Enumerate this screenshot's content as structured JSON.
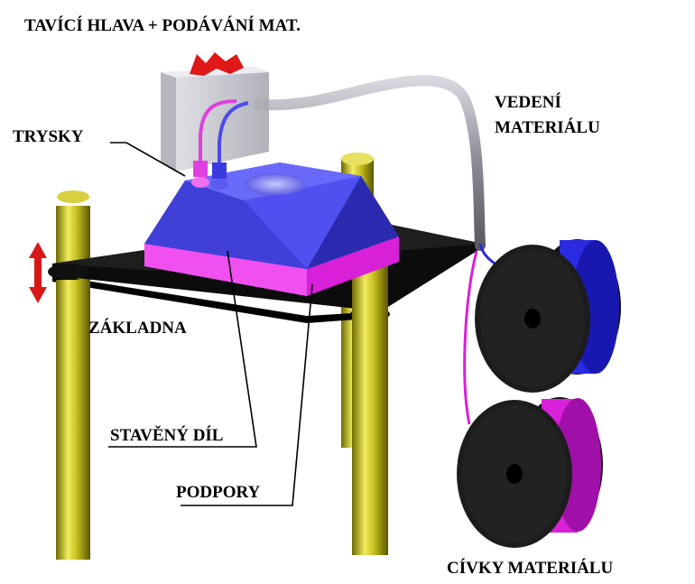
{
  "labels": {
    "head": "TAVÍCÍ HLAVA + PODÁVÁNÍ MAT.",
    "guide_line1": "VEDENÍ",
    "guide_line2": "MATERIÁLU",
    "nozzles": "TRYSKY",
    "base": "ZÁKLADNA",
    "part": "STAVĚNÝ DÍL",
    "supports": "PODPORY",
    "spools": "CÍVKY MATERIÁLU"
  },
  "colors": {
    "column": "#c8c020",
    "platform": "#1a1a1a",
    "part": "#4a4ae8",
    "support_layer": "#e830e8",
    "head_housing": "#c8c8d0",
    "tube": "#a0a0a8",
    "spool_body": "#1c1c1c",
    "spool_blue": "#2a2ae0",
    "spool_magenta": "#d820d8",
    "arrow": "#d81818"
  }
}
